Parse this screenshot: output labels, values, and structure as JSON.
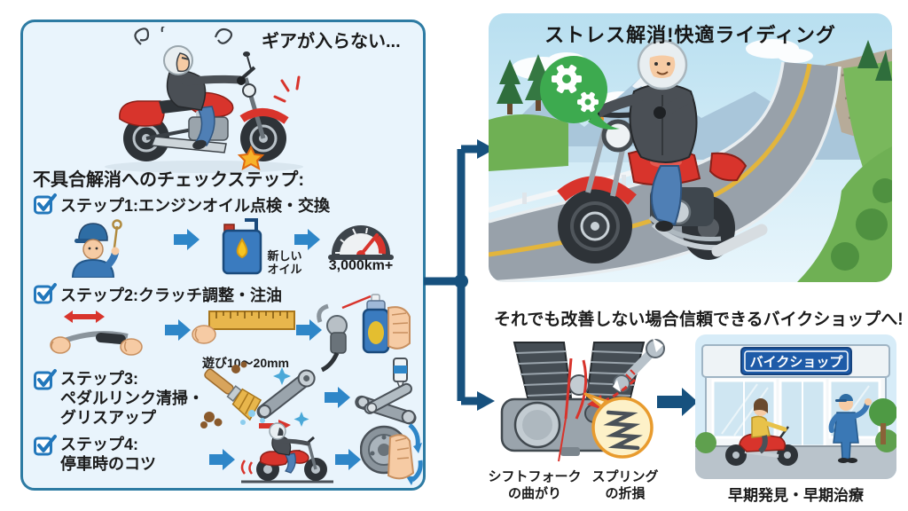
{
  "colors": {
    "panel_bg": "#e9f4fc",
    "panel_border": "#2d7ba3",
    "step_arrow_blue": "#2e86c8",
    "flow_arrow_navy": "#17517e",
    "alert_red": "#d8342c",
    "bubble_green": "#3daa4f",
    "shop_sign_blue": "#1e5ba8",
    "oil_yellow": "#f7c520"
  },
  "icons": [
    {
      "name": "checkbox-icon",
      "glyph": "☑"
    },
    {
      "name": "step-arrow-icon",
      "glyph": "➡"
    },
    {
      "name": "flow-arrow-icon",
      "glyph": "➡"
    }
  ],
  "left_panel": {
    "problem_caption": "ギアが入らない...",
    "heading": "不具合解消へのチェックステップ:",
    "step1": {
      "label": "ステップ1:エンジンオイル点検・交換",
      "new_oil_line1": "新しい",
      "new_oil_line2": "オイル",
      "gauge_label": "3,000km+"
    },
    "step2": {
      "label": "ステップ2:クラッチ調整・注油",
      "play_note": "遊び10〜20mm"
    },
    "step3": {
      "label_line1": "ステップ3:",
      "label_line2": "ペダルリンク清掃・",
      "label_line3": "グリスアップ"
    },
    "step4": {
      "label_line1": "ステップ4:",
      "label_line2": "停車時のコツ"
    }
  },
  "result_panel": {
    "title": "ストレス解消!快適ライディング"
  },
  "escalation": {
    "heading": "それでも改善しない場合",
    "engine_label1_line1": "シフトフォーク",
    "engine_label1_line2": "の曲がり",
    "engine_label2_line1": "スプリング",
    "engine_label2_line2": "の折損"
  },
  "shop": {
    "heading": "信頼できるバイクショップへ!",
    "sign": "バイクショップ",
    "caption": "早期発見・早期治療"
  }
}
